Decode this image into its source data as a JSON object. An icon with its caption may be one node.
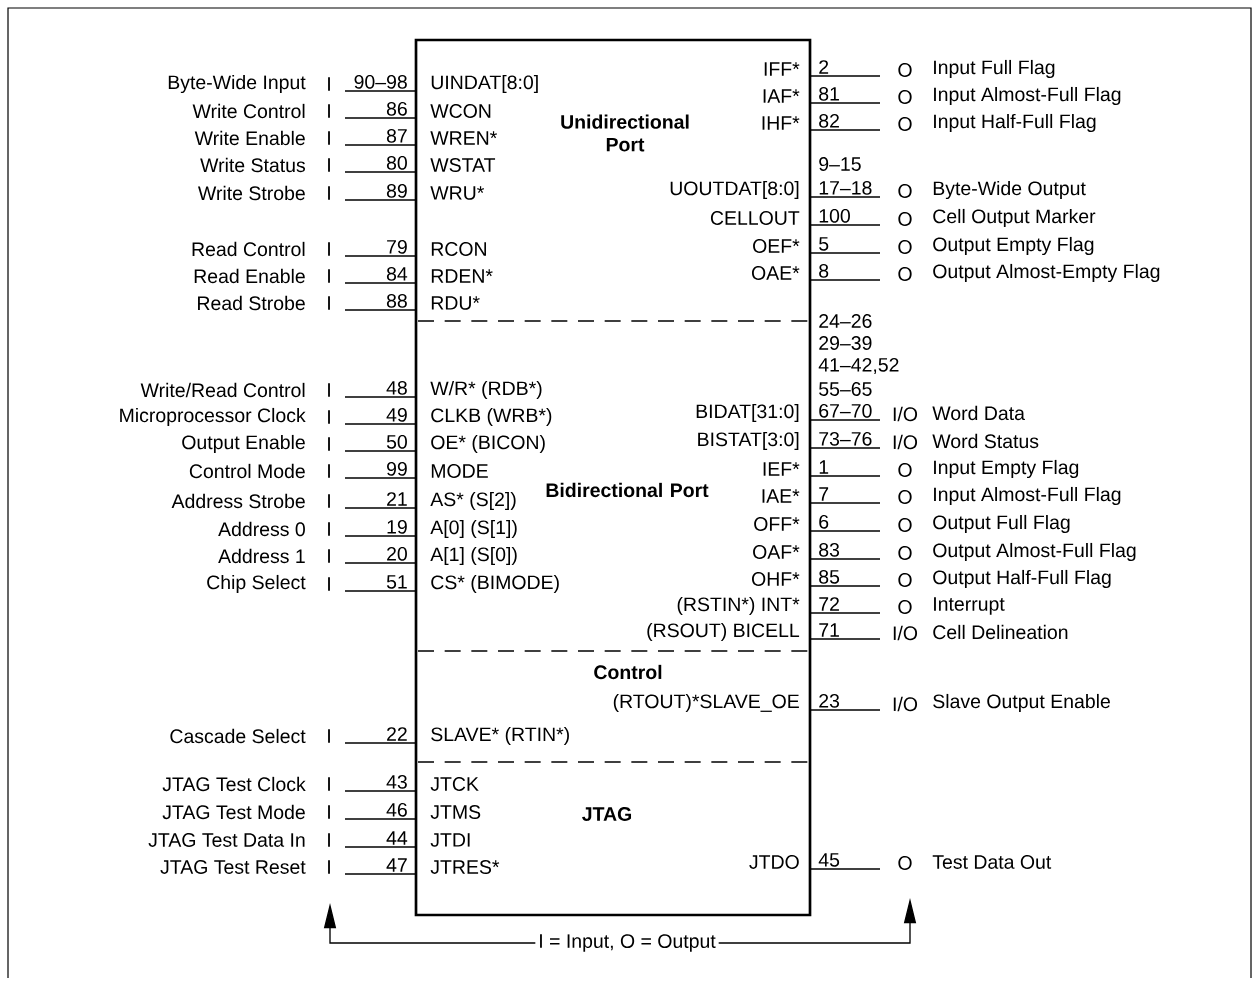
{
  "diagram": {
    "nodes": [
      {
        "text": [],
        "shape": "box"
      },
      {
        "text": [
          "Unidirectional Port"
        ],
        "in": 0
      },
      {
        "text": [
          "Bidirectional Port"
        ],
        "in": 0
      },
      {
        "text": [
          "Control"
        ],
        "in": 0
      },
      {
        "text": [
          "JTAG"
        ],
        "in": 0
      },
      {
        "text": [
          "I = Input, O = Output"
        ]
      }
    ],
    "edges": [
      {
        "from": 5,
        "to": null,
        "arrow": "to"
      },
      {
        "from": 5,
        "to": null,
        "arrow": "to"
      }
    ],
    "labels": [
      "Byte-Wide Input",
      "I",
      "90–98",
      "UINDAT[8:0]",
      "Write Control",
      "I",
      "86",
      "WCON",
      "Write Enable",
      "I",
      "87",
      "WREN*",
      "Write Status",
      "I",
      "80",
      "WSTAT",
      "Write Strobe",
      "I",
      "89",
      "WRU*",
      "Read Control",
      "I",
      "79",
      "RCON",
      "Read Enable",
      "I",
      "84",
      "RDEN*",
      "Read Strobe",
      "I",
      "88",
      "RDU*",
      "Write/Read Control",
      "I",
      "48",
      "W/R* (RDB*)",
      "Microprocessor Clock",
      "I",
      "49",
      "CLKB (WRB*)",
      "Output Enable",
      "I",
      "50",
      "OE* (BICON)",
      "Control Mode",
      "I",
      "99",
      "MODE",
      "Address Strobe",
      "I",
      "21",
      "AS* (S[2])",
      "Address 0",
      "I",
      "19",
      "A[0] (S[1])",
      "Address 1",
      "I",
      "20",
      "A[1] (S[0])",
      "Chip Select",
      "I",
      "51",
      "CS* (BIMODE)",
      "Cascade Select",
      "I",
      "22",
      "SLAVE* (RTIN*)",
      "JTAG Test Clock",
      "I",
      "43",
      "JTCK",
      "JTAG Test Mode",
      "I",
      "46",
      "JTMS",
      "JTAG Test Data In",
      "I",
      "44",
      "JTDI",
      "JTAG Test Reset",
      "I",
      "47",
      "JTRES*",
      "IFF*",
      "2",
      "O",
      "Input Full Flag",
      "IAF*",
      "81",
      "O",
      "Input Almost-Full Flag",
      "IHF*",
      "82",
      "O",
      "Input Half-Full Flag",
      "9–15",
      "UOUTDAT[8:0]",
      "17–18",
      "O",
      "Byte-Wide Output",
      "CELLOUT",
      "100",
      "O",
      "Cell Output Marker",
      "OEF*",
      "5",
      "O",
      "Output Empty Flag",
      "OAE*",
      "8",
      "O",
      "Output Almost-Empty Flag",
      "24–26",
      "29–39",
      "41–42,52",
      "55–65",
      "BIDAT[31:0]",
      "67–70",
      "I/O",
      "Word Data",
      "BISTAT[3:0]",
      "73–76",
      "I/O",
      "Word Status",
      "IEF*",
      "1",
      "O",
      "Input Empty Flag",
      "IAE*",
      "7",
      "O",
      "Input Almost-Full Flag",
      "OFF*",
      "6",
      "O",
      "Output Full Flag",
      "OAF*",
      "83",
      "O",
      "Output Almost-Full Flag",
      "OHF*",
      "85",
      "O",
      "Output Half-Full Flag",
      "(RSTIN*) INT*",
      "72",
      "O",
      "Interrupt",
      "(RSOUT) BICELL",
      "71",
      "I/O",
      "Cell Delineation",
      "(RTOUT)*SLAVE_OE",
      "23",
      "I/O",
      "Slave Output Enable",
      "JTDO",
      "45",
      "O",
      "Test Data Out"
    ]
  }
}
